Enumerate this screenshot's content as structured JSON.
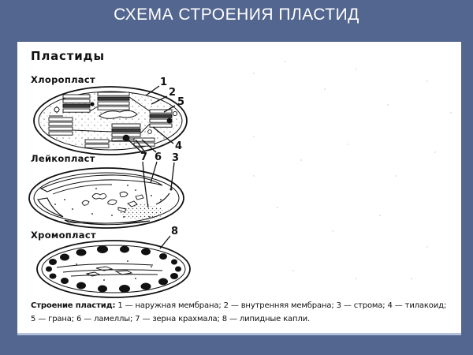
{
  "title": "СХЕМА СТРОЕНИЯ ПЛАСТИД",
  "panel": {
    "heading": "Пластиды",
    "sections": [
      {
        "label": "Хлоропласт"
      },
      {
        "label": "Лейкопласт"
      },
      {
        "label": "Хромопласт"
      }
    ],
    "callouts": {
      "c1": "1",
      "c2": "2",
      "c3": "3",
      "c4": "4",
      "c5": "5",
      "c6": "6",
      "c7": "7",
      "c8": "8"
    },
    "caption": {
      "lead": "Строение пластид:",
      "line1": "1 — наружная мембрана; 2 — внутренняя мембрана; 3 — строма; 4 — тилакоид;",
      "line2": "5 — грана; 6 — ламеллы; 7 — зерна крахмала; 8 — липидные капли."
    },
    "legend": [
      {
        "num": "1",
        "label": "наружная мембрана"
      },
      {
        "num": "2",
        "label": "внутренняя мембрана"
      },
      {
        "num": "3",
        "label": "строма"
      },
      {
        "num": "4",
        "label": "тилакоид"
      },
      {
        "num": "5",
        "label": "грана"
      },
      {
        "num": "6",
        "label": "ламеллы"
      },
      {
        "num": "7",
        "label": "зерна крахмала"
      },
      {
        "num": "8",
        "label": "липидные капли"
      }
    ]
  },
  "colors": {
    "background": "#53668f",
    "panel": "#ffffff",
    "ink": "#111111",
    "bottom_strip": "#b3c2da",
    "title_text": "#ffffff"
  }
}
